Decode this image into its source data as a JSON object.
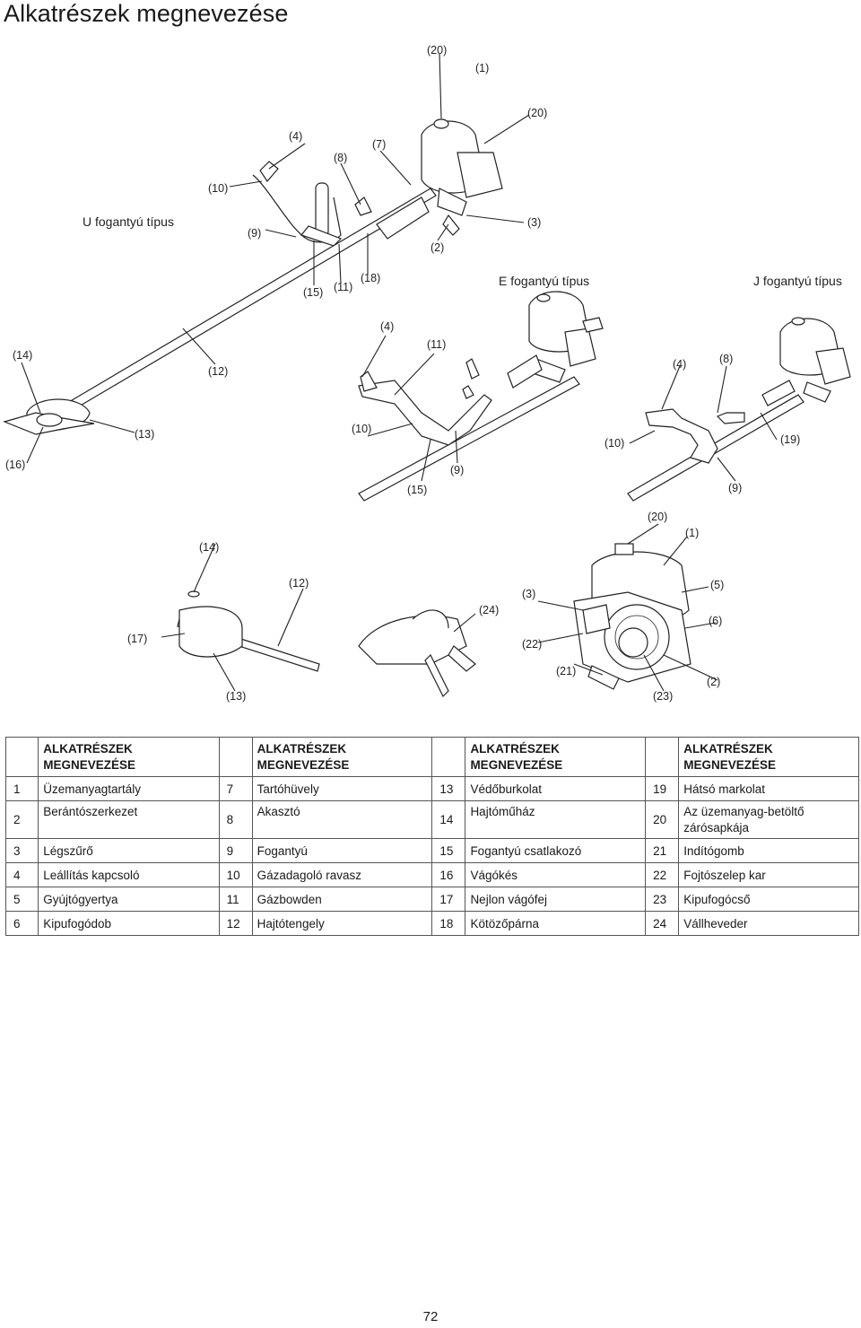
{
  "page": {
    "title": "Alkatrészek megnevezése",
    "page_number": "72"
  },
  "diagram": {
    "captions": {
      "u_handle": "U fogantyú típus",
      "e_handle": "E fogantyú típus",
      "j_handle": "J fogantyú típus"
    },
    "callouts": {
      "c20": "(20)",
      "c1": "(1)",
      "c20b": "(20)",
      "c4": "(4)",
      "c7": "(7)",
      "c8": "(8)",
      "c10": "(10)",
      "c9": "(9)",
      "c3": "(3)",
      "c2": "(2)",
      "c15": "(15)",
      "c11": "(11)",
      "c18": "(18)",
      "c14": "(14)",
      "c12": "(12)",
      "c4b": "(4)",
      "c11b": "(11)",
      "c4c": "(4)",
      "c8b": "(8)",
      "c13": "(13)",
      "c10b": "(10)",
      "c10c": "(10)",
      "c19": "(19)",
      "c16": "(16)",
      "c9b": "(9)",
      "c15b": "(15)",
      "c9c": "(9)",
      "c20c": "(20)",
      "c1b": "(1)",
      "c14b": "(14)",
      "c12b": "(12)",
      "c5": "(5)",
      "c3b": "(3)",
      "c24": "(24)",
      "c6": "(6)",
      "c17": "(17)",
      "c22": "(22)",
      "c21": "(21)",
      "c2b": "(2)",
      "c13b": "(13)",
      "c23": "(23)"
    }
  },
  "table": {
    "header": "ALKATRÉSZEK MEGNEVEZÉSE",
    "header_line1": "ALKATRÉSZEK",
    "header_line2": "MEGNEVEZÉSE",
    "rows": [
      [
        {
          "n": "1",
          "name": "Üzemanyagtartály"
        },
        {
          "n": "7",
          "name": "Tartóhüvely"
        },
        {
          "n": "13",
          "name": "Védőburkolat"
        },
        {
          "n": "19",
          "name": "Hátsó markolat"
        }
      ],
      [
        {
          "n": "2",
          "name": "Berántószerkezet"
        },
        {
          "n": "8",
          "name": "Akasztó"
        },
        {
          "n": "14",
          "name": "Hajtóműház"
        },
        {
          "n": "20",
          "name": "Az üzemanyag-betöltő zárósapkája"
        }
      ],
      [
        {
          "n": "3",
          "name": "Légszűrő"
        },
        {
          "n": "9",
          "name": "Fogantyú"
        },
        {
          "n": "15",
          "name": "Fogantyú csatlakozó"
        },
        {
          "n": "21",
          "name": "Indítógomb"
        }
      ],
      [
        {
          "n": "4",
          "name": "Leállítás kapcsoló"
        },
        {
          "n": "10",
          "name": "Gázadagoló ravasz"
        },
        {
          "n": "16",
          "name": "Vágókés"
        },
        {
          "n": "22",
          "name": "Fojtószelep kar"
        }
      ],
      [
        {
          "n": "5",
          "name": "Gyújtógyertya"
        },
        {
          "n": "11",
          "name": "Gázbowden"
        },
        {
          "n": "17",
          "name": "Nejlon vágófej"
        },
        {
          "n": "23",
          "name": "Kipufogócső"
        }
      ],
      [
        {
          "n": "6",
          "name": "Kipufogódob"
        },
        {
          "n": "12",
          "name": "Hajtótengely"
        },
        {
          "n": "18",
          "name": "Kötözőpárna"
        },
        {
          "n": "24",
          "name": "Vállheveder"
        }
      ]
    ]
  }
}
